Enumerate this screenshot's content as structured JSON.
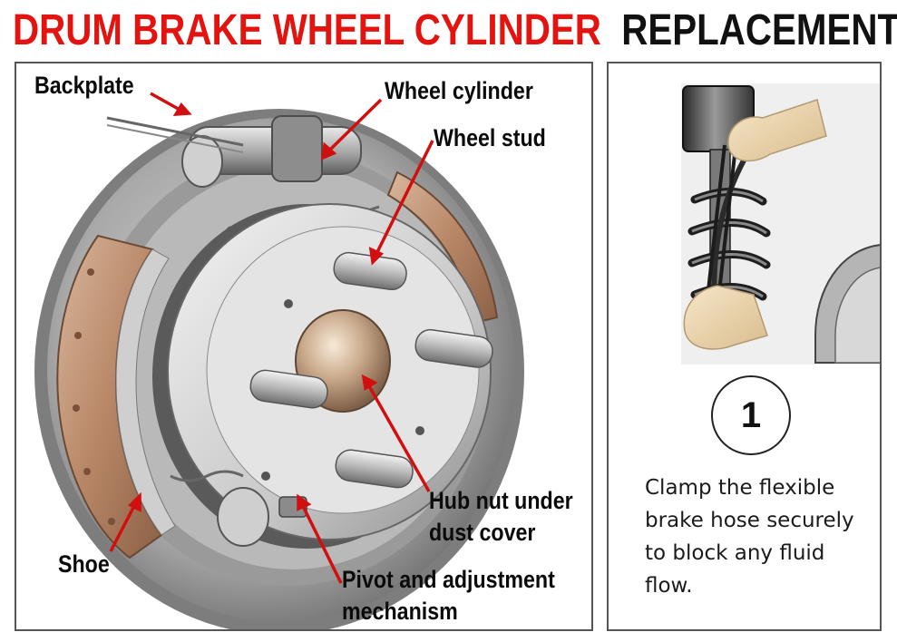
{
  "title": {
    "part1": "DRUM BRAKE WHEEL CYLINDER",
    "part2": "REPLACEMENT"
  },
  "colors": {
    "title_red": "#e3140f",
    "leader_red": "#d10f0f"
  },
  "diagram": {
    "labels": {
      "backplate": "Backplate",
      "wheel_cylinder": "Wheel cylinder",
      "wheel_stud": "Wheel stud",
      "hub_nut_line1": "Hub nut under",
      "hub_nut_line2": "dust cover",
      "shoe": "Shoe",
      "pivot_line1": "Pivot and adjustment",
      "pivot_line2": "mechanism"
    }
  },
  "step": {
    "number": "1",
    "text": "Clamp the flexible brake hose securely to block any fluid flow."
  }
}
